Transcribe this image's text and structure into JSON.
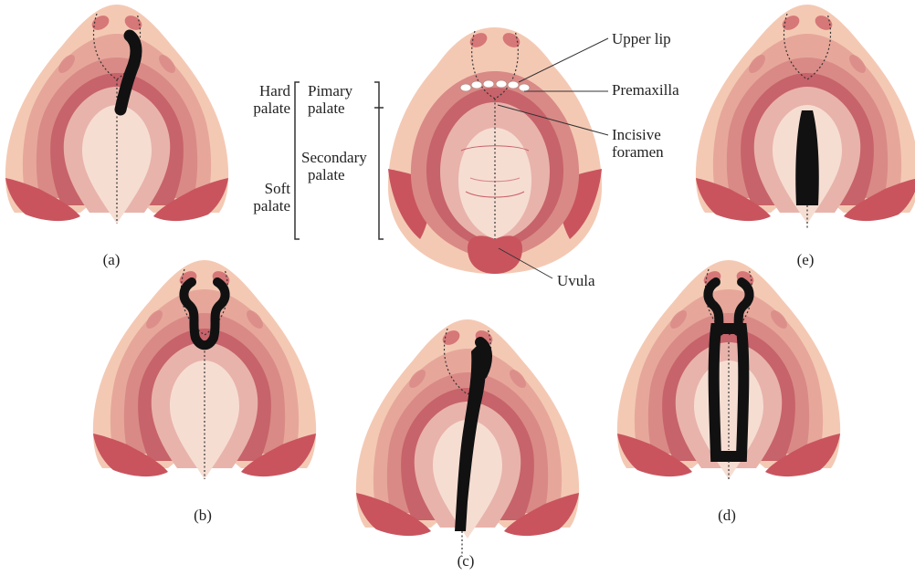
{
  "colors": {
    "skin": "#f4c9b4",
    "skin_edge": "#e8a890",
    "gum_ridge": "#e6a79a",
    "palate_outer": "#d98a86",
    "palate_mid": "#c7636a",
    "palate_inner": "#e8b3ab",
    "palate_center": "#f6ddd2",
    "muscle": "#c9545e",
    "cleft": "#111111",
    "line": "#333333"
  },
  "panels": {
    "a": {
      "label": "(a)",
      "cleft": "unilateral-primary"
    },
    "b": {
      "label": "(b)",
      "cleft": "bilateral-primary"
    },
    "c": {
      "label": "(c)",
      "cleft": "unilateral-complete"
    },
    "d": {
      "label": "(d)",
      "cleft": "bilateral-complete"
    },
    "e": {
      "label": "(e)",
      "cleft": "secondary-palate"
    }
  },
  "annotations": {
    "hard_palate": [
      "Hard",
      "palate"
    ],
    "soft_palate": [
      "Soft",
      "palate"
    ],
    "primary_palate": [
      "Pimary",
      "palate"
    ],
    "secondary_palate": [
      "Secondary",
      "palate"
    ],
    "upper_lip": "Upper lip",
    "premaxilla": "Premaxilla",
    "incisive_foramen": [
      "Incisive",
      "foramen"
    ],
    "uvula": "Uvula"
  }
}
